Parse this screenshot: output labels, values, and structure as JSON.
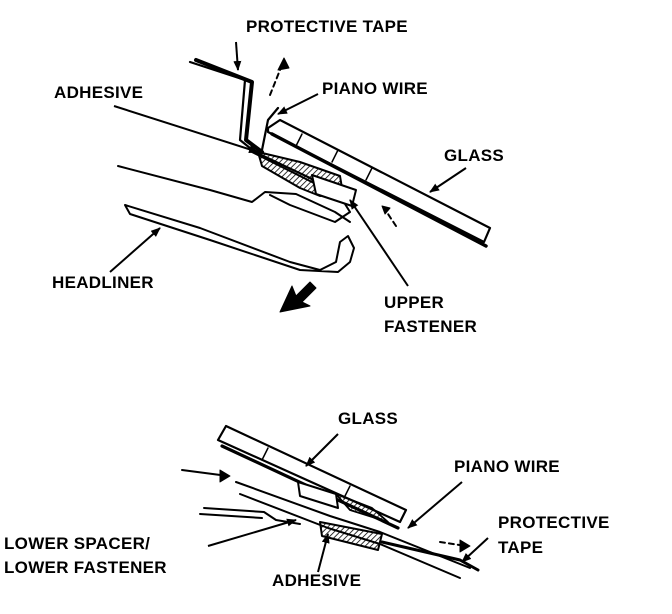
{
  "top_view": {
    "labels": {
      "protective_tape": "PROTECTIVE TAPE",
      "adhesive": "ADHESIVE",
      "piano_wire": "PIANO WIRE",
      "glass": "GLASS",
      "headliner": "HEADLINER",
      "upper_fastener_line1": "UPPER",
      "upper_fastener_line2": "FASTENER"
    }
  },
  "bottom_view": {
    "labels": {
      "glass": "GLASS",
      "piano_wire": "PIANO WIRE",
      "protective_tape_line1": "PROTECTIVE",
      "protective_tape_line2": "TAPE",
      "lower_spacer_line1": "LOWER SPACER/",
      "lower_spacer_line2": "LOWER FASTENER",
      "adhesive": "ADHESIVE"
    }
  },
  "colors": {
    "ink": "#000000",
    "paper": "#ffffff"
  }
}
